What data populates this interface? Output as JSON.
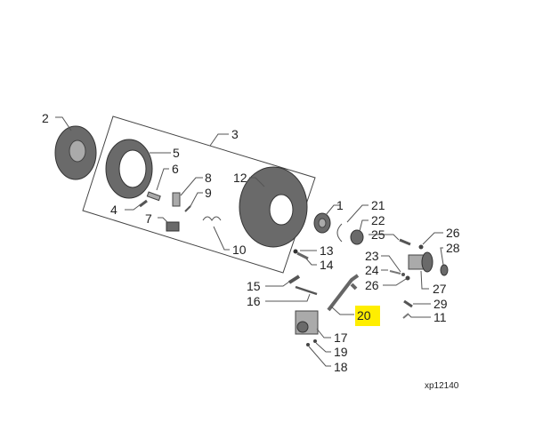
{
  "diagram": {
    "title_code": "xp12140",
    "highlight_color": "#ffee00",
    "highlighted_label": "20",
    "labels": [
      "1",
      "2",
      "3",
      "4",
      "5",
      "6",
      "7",
      "8",
      "9",
      "10",
      "11",
      "12",
      "13",
      "14",
      "15",
      "16",
      "17",
      "18",
      "19",
      "20",
      "21",
      "22",
      "23",
      "24",
      "25",
      "26",
      "26",
      "27",
      "28",
      "29"
    ]
  }
}
